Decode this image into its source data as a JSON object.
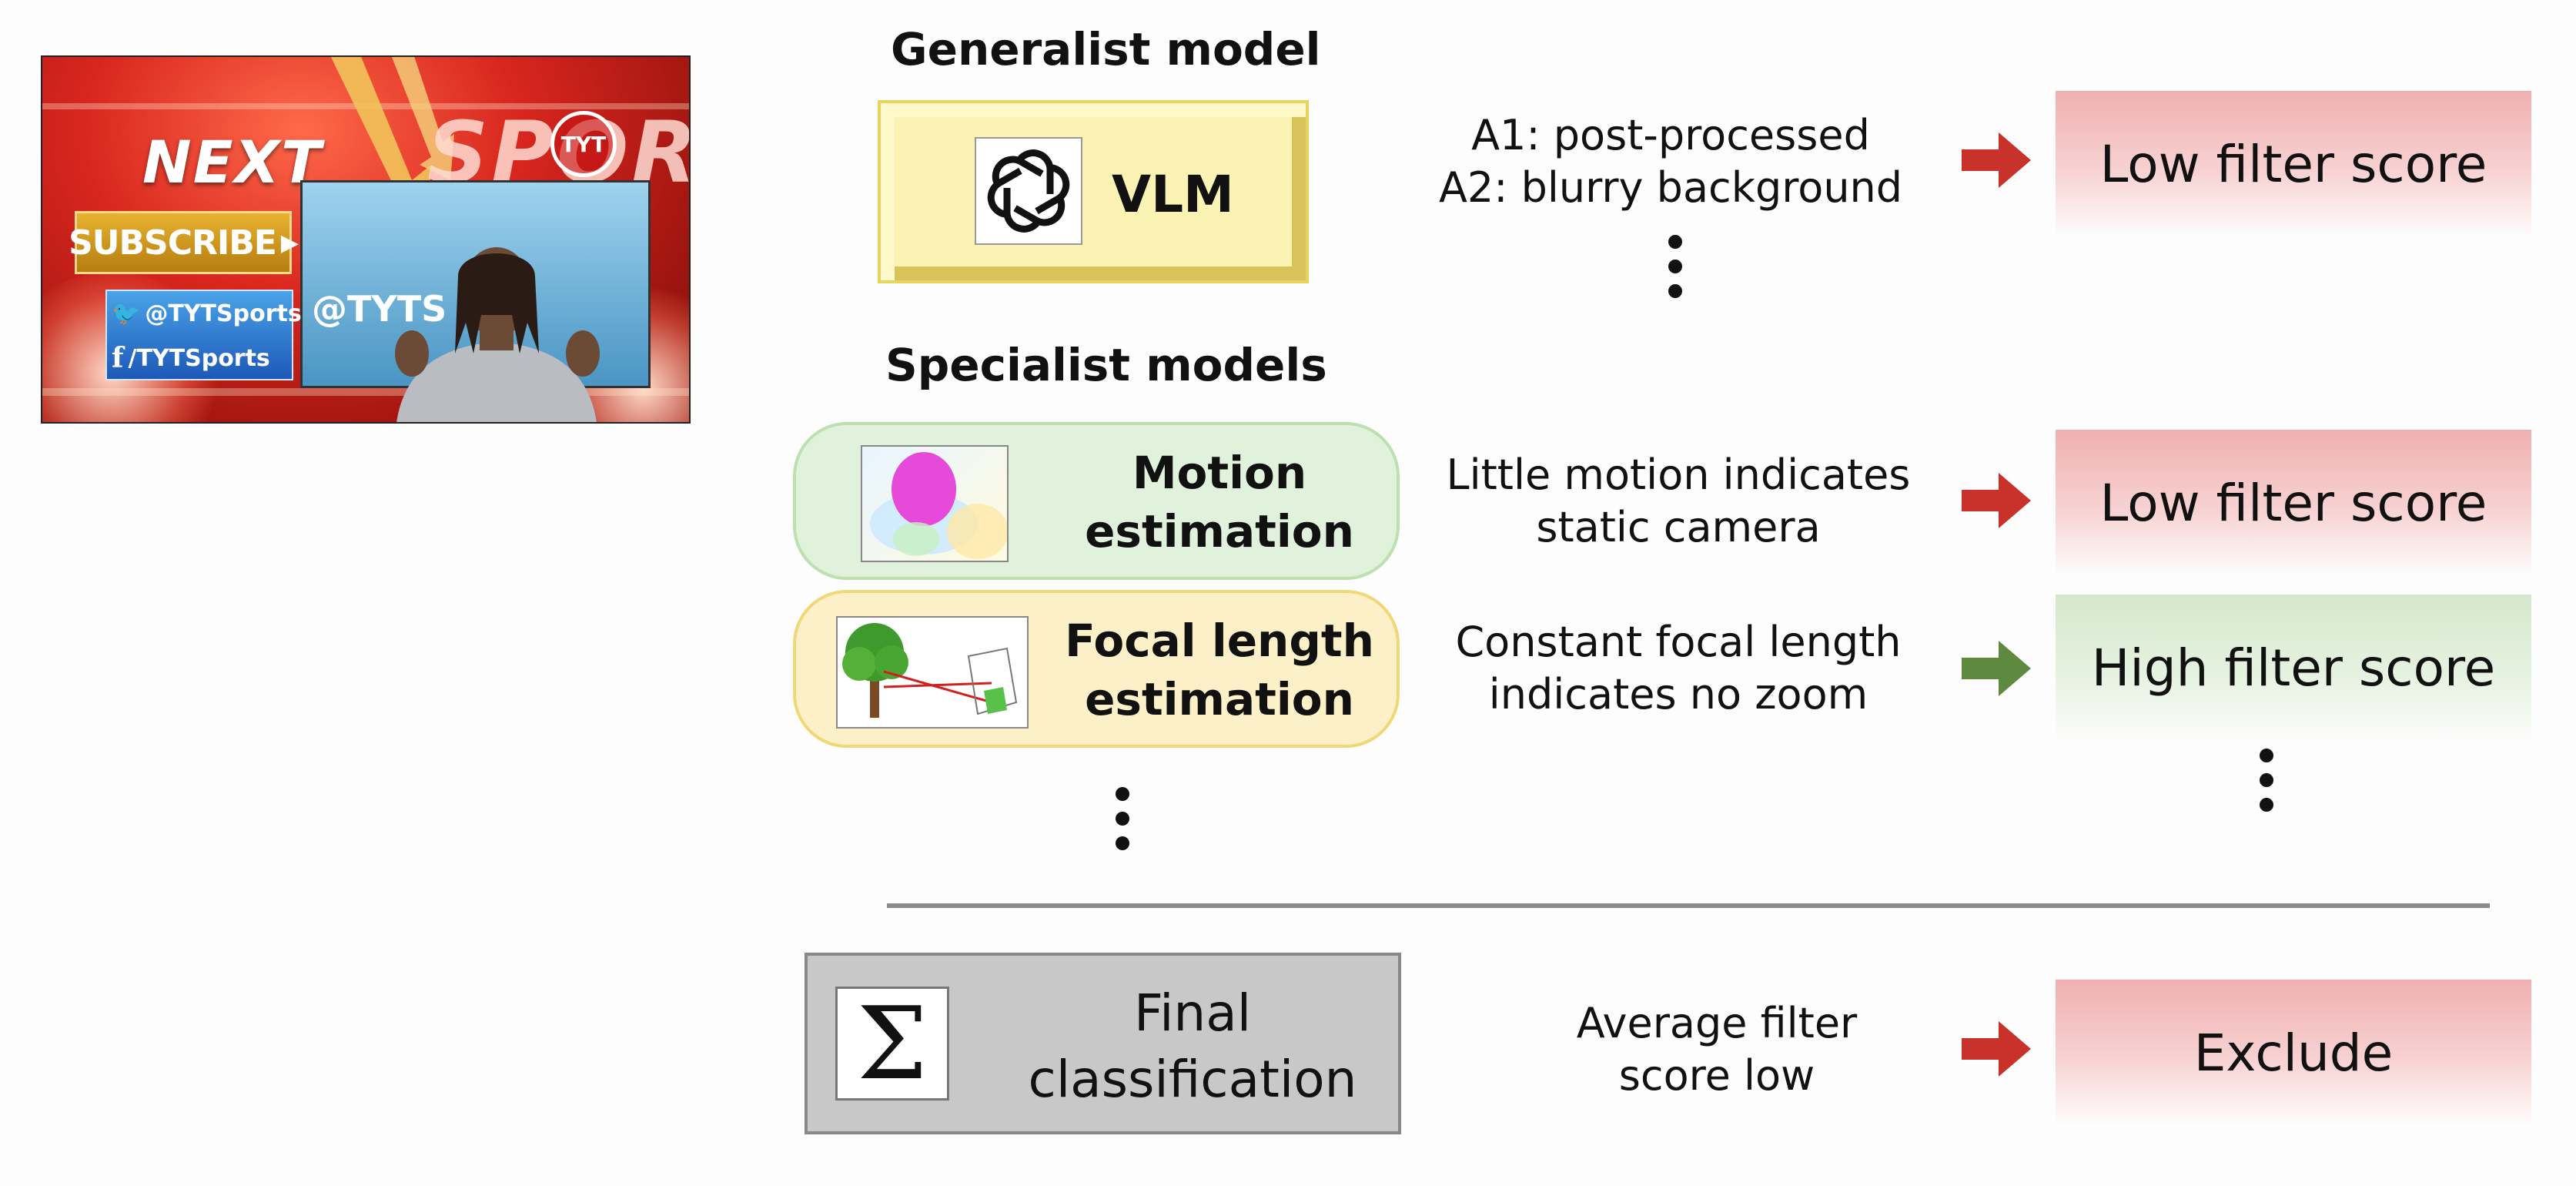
{
  "thumbnail": {
    "next_text": "NEXT",
    "sport_text": "SPORT",
    "logo_text": "TYT",
    "subscribe_text": "SUBSCRIBE",
    "twitter_handle": "@TYTSports",
    "facebook_handle": "/TYTSports",
    "screen_handle": "@TYTS"
  },
  "generalist": {
    "heading": "Generalist model",
    "box_label": "VLM",
    "desc_line1": "A1: post-processed",
    "desc_line2": "A2: blurry background",
    "outcome": "Low filter score"
  },
  "specialist": {
    "heading": "Specialist models",
    "motion": {
      "label_line1": "Motion",
      "label_line2": "estimation",
      "desc_line1": "Little motion indicates",
      "desc_line2": "static camera",
      "outcome": "Low filter score"
    },
    "focal": {
      "label_line1": "Focal length",
      "label_line2": "estimation",
      "desc_line1": "Constant focal length",
      "desc_line2": "indicates no zoom",
      "outcome": "High filter score"
    }
  },
  "final": {
    "symbol": "Σ",
    "label_line1": "Final",
    "label_line2": "classification",
    "desc_line1": "Average filter",
    "desc_line2": "score low",
    "outcome": "Exclude"
  },
  "colors": {
    "arrow_red": "#c8322a",
    "arrow_green": "#5e8a40",
    "outcome_red": "#f0b0b0",
    "outcome_green": "#d4e8cc"
  }
}
